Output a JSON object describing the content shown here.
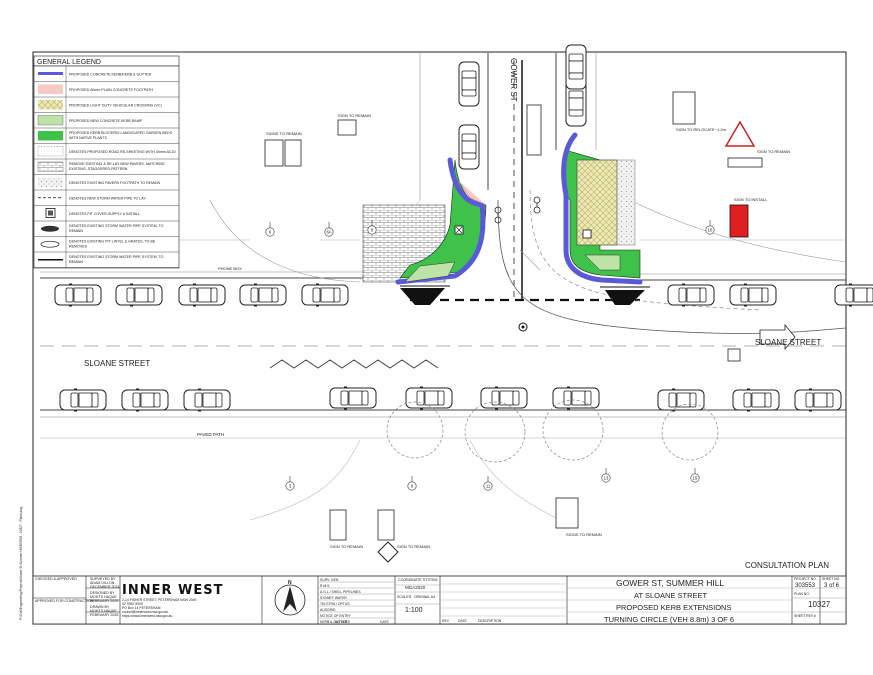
{
  "legend": {
    "title": "GENERAL LEGEND",
    "items": [
      {
        "text": "PROPOSED CONCRETE KERB/KERB & GUTTER",
        "swatch": "kerb",
        "color": "#5a5ad8"
      },
      {
        "text": "PROPOSED 80mm PLAIN CONCRETE FOOTPATH",
        "swatch": "pink",
        "color": "#f6c9c4"
      },
      {
        "text": "PROPOSED LIGHT DUTY VEHICULAR CROSSING (VC)",
        "swatch": "vc",
        "color": "#ece9b2"
      },
      {
        "text": "PROPOSED NEW CONCRETE KERB RAMP",
        "swatch": "ramp",
        "color": "#bde3a7"
      },
      {
        "text": "PROPOSED KERB BLISTERS/ LANDSCAPED GARDEN BEDS WITH NATIVE PLANTS",
        "swatch": "garden",
        "color": "#3fc24a"
      },
      {
        "text": "DENOTES PROPOSED ROAD RE-SHEETING WITH 40mm AC10",
        "swatch": "sheet",
        "color": "#ffffff"
      },
      {
        "text": "REMOVE EXISTING & RE-LAY NEW PAVERS, MATCHING EXISTING, STAGGERED PATTERN",
        "swatch": "pavers",
        "color": "#ffffff"
      },
      {
        "text": "DENOTES EXISTING PAVERS FOOTPATH TO REMAIN",
        "swatch": "dots",
        "color": "#ffffff"
      },
      {
        "text": "DENOTES NEW STORM WATER PIPE TO LAY",
        "swatch": "pipe",
        "color": "#ffffff"
      },
      {
        "text": "DENOTES PIT COVER-SUPPLY & INSTALL",
        "swatch": "pit",
        "color": "#ffffff"
      },
      {
        "text": "DENOTES EXISTING STORM WATER PIPE SYSTEM, TO REMAIN",
        "swatch": "swpipe",
        "color": "#ffffff"
      },
      {
        "text": "DENOTES EXISTING PIT LINTEL & GRATES, TO BE REMOVED",
        "swatch": "lintel",
        "color": "#ffffff"
      },
      {
        "text": "DENOTES EXISTING STORM WATER PIPE SYSTEM, TO REMAIN",
        "swatch": "swpipe2",
        "color": "#ffffff"
      }
    ]
  },
  "plan_labels": {
    "gower_st": "GOWER ST",
    "sloane_street_left": "SLOANE STREET",
    "sloane_street_right": "SLOANE STREET",
    "paved_path": "PAVED PATH",
    "phone_box": "PHONE BOX",
    "sign_to_remain_1": "SIGNS TO REMAIN",
    "sign_to_remain_2": "SIGN TO REMAIN",
    "sign_relocate": "SIGN TO RELOCATE~1.2m",
    "sign_to_remain_3": "SIGN TO REMAIN",
    "sign_to_install": "SIGN TO INSTALL",
    "sign_to_remain_4": "SIGN TO REMAIN",
    "sign_to_remain_5": "SIGN TO REMAIN",
    "signs_to_remain_6": "SIGNS TO REMAIN",
    "consultation_plan": "CONSULTATION PLAN"
  },
  "markers": [
    "6",
    "6A",
    "8",
    "10",
    "3",
    "9",
    "11",
    "13",
    "15"
  ],
  "title_block": {
    "checked": "CHECKED & APPROVED",
    "approved_for_construction": "APPROVED FOR CONSTRUCTION",
    "surveyed_by": "SURVEYED BY",
    "surveyed_name": "ADAM DILLON",
    "surveyed_date": "DECEMBER 2024",
    "designed_by": "DESIGNED BY",
    "designed_name": "MOHTS HAQUE",
    "designed_date": "FEBRUARY 2025",
    "drawn_by": "DRAWN BY",
    "drawn_name": "MOHTS HAQUE",
    "drawn_date": "FEBRUARY 2025",
    "council": "INNER WEST",
    "address": "2-14 FISHER STREET, PETERSHAM NSW 2049",
    "phone": "02 9392 5000",
    "po_box": "PO Box 14 PETERSHAM",
    "email": "council@innerwest.nsw.gov.au",
    "web": "https://www.innerwest.nsw.gov.au",
    "services": [
      "SURV. GEN",
      "R.M.S.",
      "A.G.L./ SHELL PIPELINES",
      "SYDNEY WATER",
      "TELSTRA / OPTUS",
      "AUSGRID",
      "NOTICE OF ENTRY",
      "KERB & GUTTER"
    ],
    "notices": "NOTICES",
    "date": "DATE",
    "coord_system": "COORDINATE SYSTEM",
    "mga": "MGA2020",
    "scales": "SCALES",
    "scales_note": "ORIGINAL A3",
    "scale_value": "1:100",
    "rev_headers": [
      "REV",
      "DATE",
      "DESCRIPTION"
    ],
    "title1": "GOWER ST, SUMMER HILL",
    "title2": "AT SLOANE STREET",
    "title3": "PROPOSED KERB EXTENSIONS",
    "title4": "TURNING CIRCLE (VEH 8.8m) 3 OF 6",
    "project_no_label": "PROJECT NO.",
    "project_no": "303553",
    "sheet_no_label": "SHEET NO.",
    "sheet_no": "3 of 6",
    "plan_no_label": "PLAN NO.",
    "plan_no": "10327",
    "sheet_rev_label": "SHEET REV #"
  },
  "side_text": "P:\\Civil\\Engineering\\Projects\\Gower St Summer Hill\\303553 - 10327 - Plans.dwg"
}
